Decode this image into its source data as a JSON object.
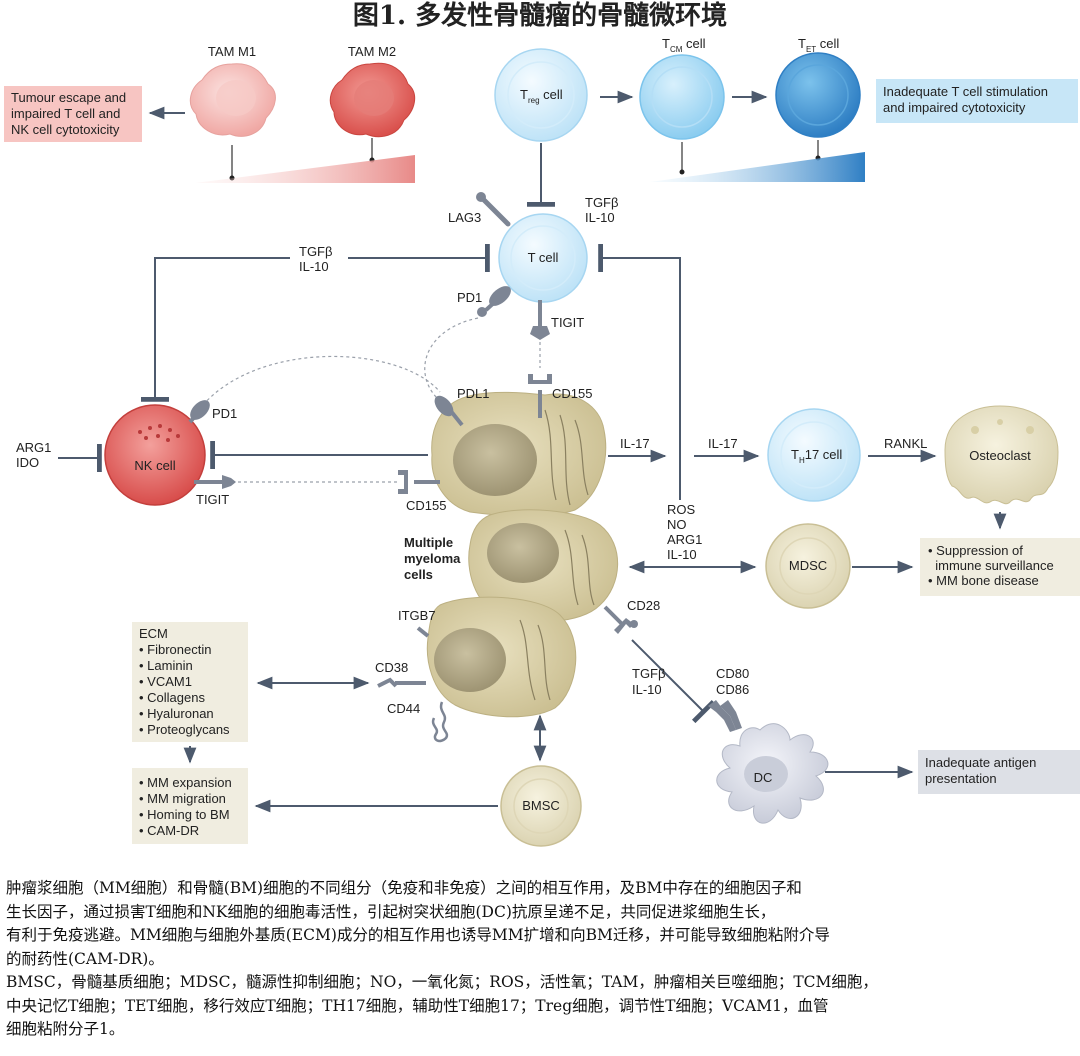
{
  "title": "图1. 多发性骨髓瘤的骨髓微环境",
  "cells": {
    "tam_m1": "TAM M1",
    "tam_m2": "TAM M2",
    "treg": {
      "prefix": "T",
      "sub": "reg",
      "suffix": " cell"
    },
    "tcm": {
      "prefix": "T",
      "sub": "CM",
      "suffix": " cell"
    },
    "tet": {
      "prefix": "T",
      "sub": "ET",
      "suffix": " cell"
    },
    "t_cell": "T cell",
    "nk_cell": "NK cell",
    "th17": {
      "prefix": "T",
      "sub": "H",
      "suffix": "17 cell"
    },
    "osteoclast": "Osteoclast",
    "mdsc": "MDSC",
    "dc": "DC",
    "bmsc": "BMSC",
    "mm": [
      "Multiple",
      "myeloma",
      "cells"
    ]
  },
  "boxes": {
    "tumour_escape": [
      "Tumour escape and",
      "impaired T cell and",
      "NK cell cytotoxicity"
    ],
    "inadequate_t": [
      "Inadequate T cell stimulation",
      "and impaired cytotoxicity"
    ],
    "suppression": [
      "• Suppression of",
      "  immune surveillance",
      "• MM bone disease"
    ],
    "antigen": [
      "Inadequate antigen",
      "presentation"
    ],
    "ecm": [
      "ECM",
      "• Fibronectin",
      "• Laminin",
      "• VCAM1",
      "• Collagens",
      "• Hyaluronan",
      "• Proteoglycans"
    ],
    "mm_effects": [
      "• MM expansion",
      "• MM migration",
      "• Homing to BM",
      "• CAM-DR"
    ]
  },
  "labels": {
    "lag3": "LAG3",
    "tgfb_il10_top": [
      "TGFβ",
      "IL-10"
    ],
    "tgfb_il10_left": [
      "TGFβ",
      "IL-10"
    ],
    "pd1_t": "PD1",
    "tigit_t": "TIGIT",
    "pdl1": "PDL1",
    "cd155_top": "CD155",
    "pd1_nk": "PD1",
    "arg1_ido": [
      "ARG1",
      "IDO"
    ],
    "tigit_nk": "TIGIT",
    "cd155_bottom": "CD155",
    "il17_a": "IL-17",
    "il17_b": "IL-17",
    "rankl": "RANKL",
    "ros_etc": [
      "ROS",
      "NO",
      "ARG1",
      "IL-10"
    ],
    "cd28": "CD28",
    "itgb7": "ITGB7",
    "cd38": "CD38",
    "cd44": "CD44",
    "tgfb_il10_dc": [
      "TGFβ",
      "IL-10"
    ],
    "cd80_cd86": [
      "CD80",
      "CD86"
    ]
  },
  "caption": [
    "肿瘤浆细胞（MM细胞）和骨髓(BM)细胞的不同组分（免疫和非免疫）之间的相互作用，及BM中存在的细胞因子和",
    "生长因子，通过损害T细胞和NK细胞的细胞毒活性，引起树突状细胞(DC)抗原呈递不足，共同促进浆细胞生长，",
    "有利于免疫逃避。MM细胞与细胞外基质(ECM)成分的相互作用也诱导MM扩增和向BM迁移，并可能导致细胞粘附介导",
    "的耐药性(CAM-DR)。",
    "BMSC，骨髓基质细胞；MDSC，髓源性抑制细胞；NO，一氧化氮；ROS，活性氧；TAM，肿瘤相关巨噬细胞；TCM细胞，",
    "中央记忆T细胞；TET细胞，移行效应T细胞；TH17细胞，辅助性T细胞17；Treg细胞，调节性T细胞；VCAM1，血管",
    "细胞粘附分子1。"
  ],
  "colors": {
    "pink_box": "#f7c5c2",
    "blue_box": "#c7e6f7",
    "beige_box": "#f0ede0",
    "grey_box": "#dde0e6",
    "arrow": "#4d5a6d",
    "receptor": "#7d8594"
  }
}
